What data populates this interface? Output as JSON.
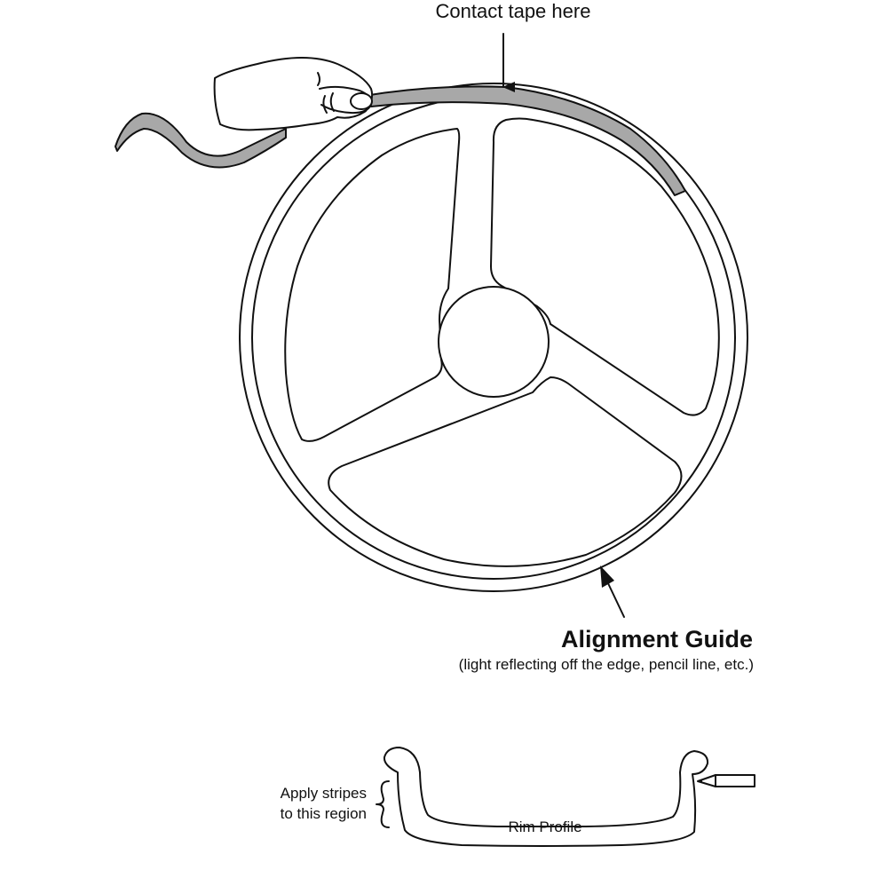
{
  "labels": {
    "contact_tape": "Contact tape here",
    "alignment_guide": "Alignment Guide",
    "alignment_guide_note": "(light reflecting off the edge, pencil line, etc.)",
    "apply_stripes_line1": "Apply stripes",
    "apply_stripes_line2": "to this region",
    "rim_profile": "Rim Profile"
  },
  "colors": {
    "ink": "#111111",
    "tape": "#a8a8a8",
    "background": "#ffffff"
  },
  "icons": {
    "hand": "hand-icon",
    "pencil": "pencil-icon",
    "brace": "curly-brace-icon"
  }
}
